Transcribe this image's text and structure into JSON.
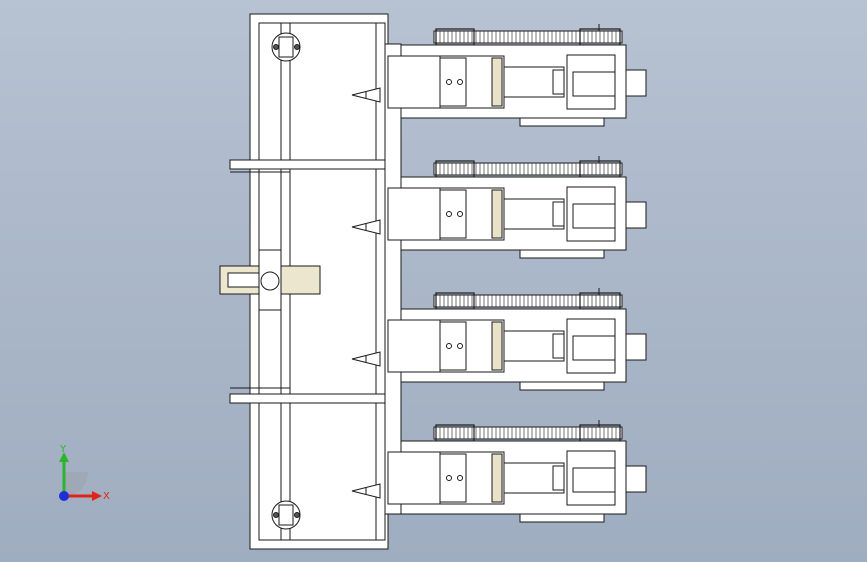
{
  "viewport": {
    "background_top": "#b7c2d2",
    "background_bottom": "#9fadc0",
    "line_color": "#1a1a1a",
    "part_fill": "#ffffff",
    "shade_fill": "#e8e2c8"
  },
  "model": {
    "row_units": 4,
    "spike_count": 4,
    "gear_tracks": 4
  },
  "triad": {
    "x_label": "X",
    "y_label": "Y",
    "x_color": "#e0241a",
    "y_color": "#2cb52c",
    "z_color": "#1e2fd6"
  }
}
